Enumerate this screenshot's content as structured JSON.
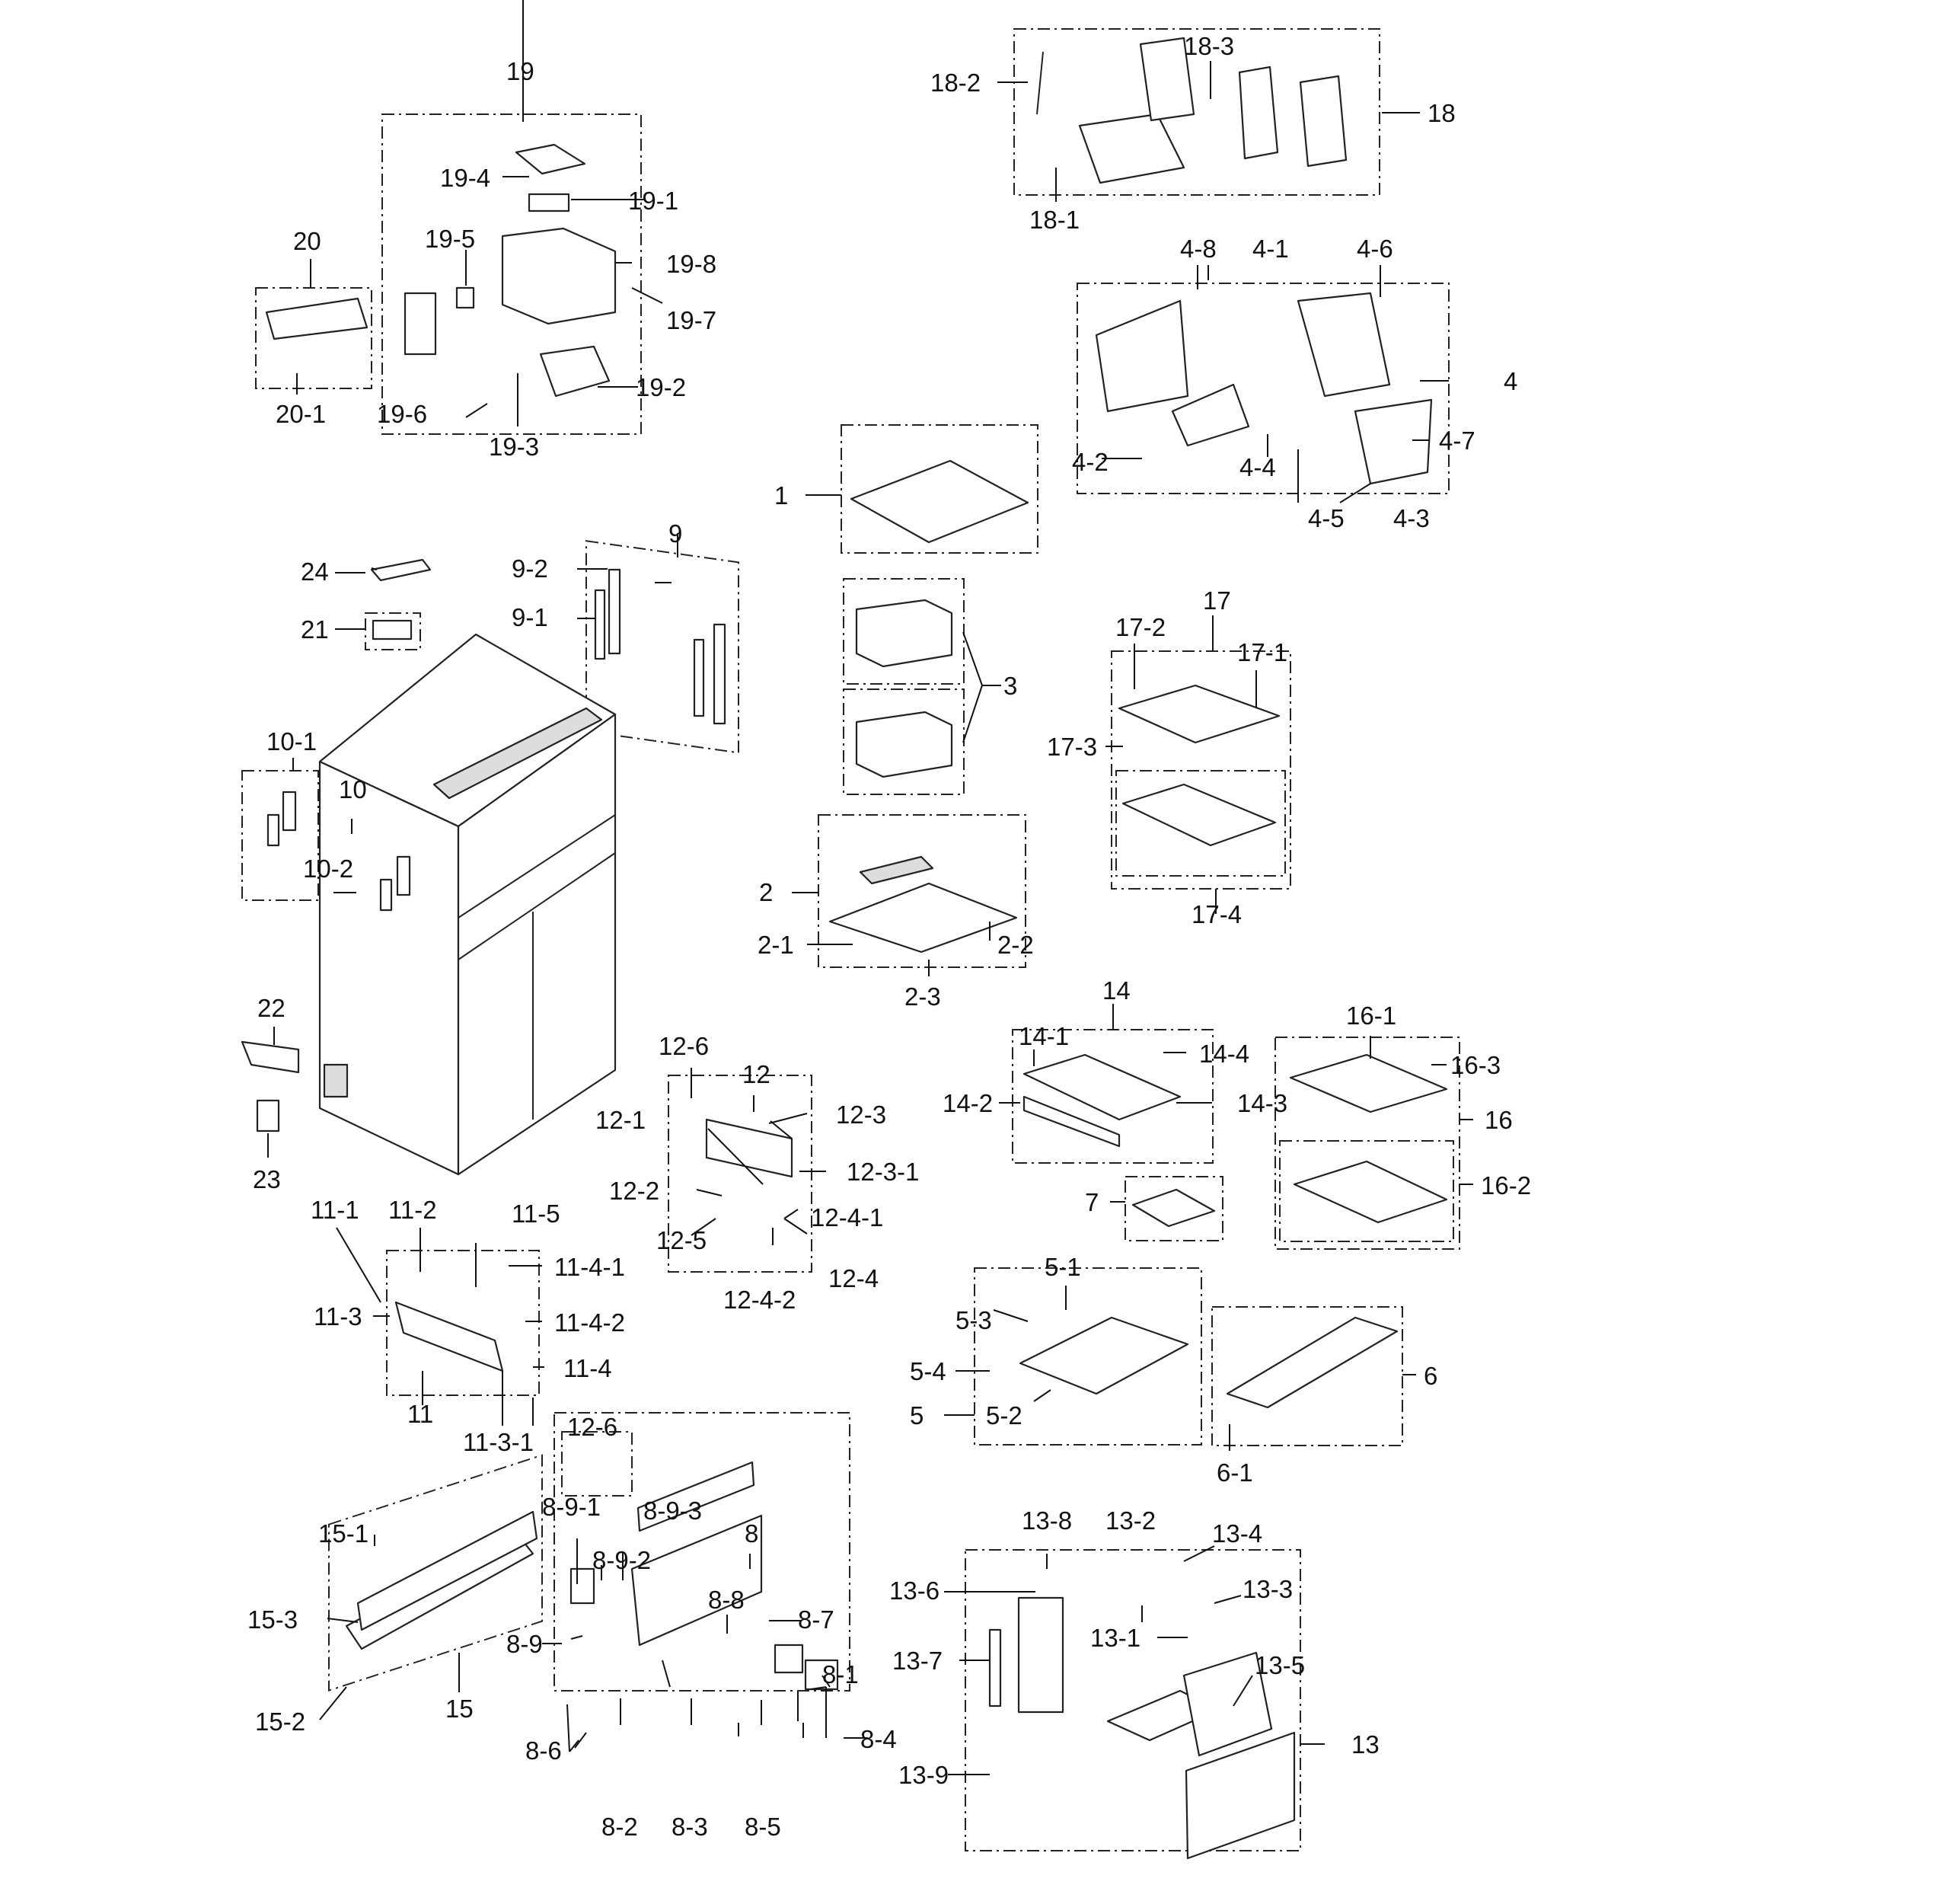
{
  "callouts": [
    "1",
    "2",
    "2-1",
    "2-2",
    "2-3",
    "3",
    "4",
    "4-1",
    "4-2",
    "4-3",
    "4-4",
    "4-5",
    "4-6",
    "4-7",
    "4-8",
    "5",
    "5-1",
    "5-2",
    "5-3",
    "5-4",
    "6",
    "6-1",
    "7",
    "8",
    "8-1",
    "8-2",
    "8-3",
    "8-4",
    "8-5",
    "8-6",
    "8-7",
    "8-8",
    "8-9",
    "8-9-1",
    "8-9-2",
    "8-9-3",
    "9",
    "9-1",
    "9-2",
    "10",
    "10-1",
    "10-2",
    "11",
    "11-1",
    "11-2",
    "11-3",
    "11-3-1",
    "11-4",
    "11-4-1",
    "11-4-2",
    "11-5",
    "12",
    "12-1",
    "12-2",
    "12-3",
    "12-3-1",
    "12-4",
    "12-4-1",
    "12-4-2",
    "12-5",
    "12-6",
    "13",
    "13-1",
    "13-2",
    "13-3",
    "13-4",
    "13-5",
    "13-6",
    "13-7",
    "13-8",
    "13-9",
    "14",
    "14-1",
    "14-2",
    "14-3",
    "14-4",
    "15",
    "15-1",
    "15-2",
    "15-3",
    "16",
    "16-1",
    "16-2",
    "16-3",
    "17",
    "17-1",
    "17-2",
    "17-3",
    "17-4",
    "18",
    "18-1",
    "18-2",
    "18-3",
    "19",
    "19-1",
    "19-2",
    "19-3",
    "19-4",
    "19-5",
    "19-6",
    "19-7",
    "19-8",
    "20",
    "20-1",
    "21",
    "22",
    "23",
    "24"
  ]
}
